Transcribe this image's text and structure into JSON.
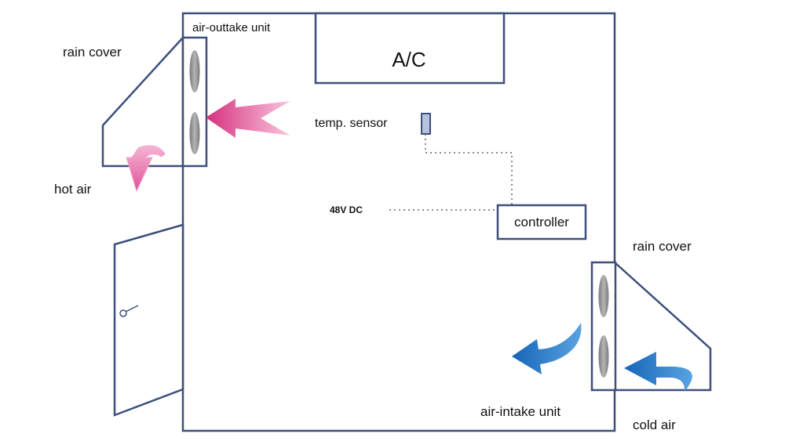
{
  "labels": {
    "rain_cover_left": "rain cover",
    "air_outtake": "air-outtake unit",
    "ac": "A/C",
    "temp_sensor": "temp. sensor",
    "hot_air": "hot air",
    "dc_power": "48V DC",
    "controller": "controller",
    "rain_cover_right": "rain cover",
    "air_intake": "air-intake unit",
    "cold_air": "cold air"
  },
  "colors": {
    "outline": "#3d4f7c",
    "hot_arrow": "#e0529a",
    "cold_arrow": "#1f74c4",
    "fan": "#9a9a9a",
    "connection": "#666666"
  }
}
